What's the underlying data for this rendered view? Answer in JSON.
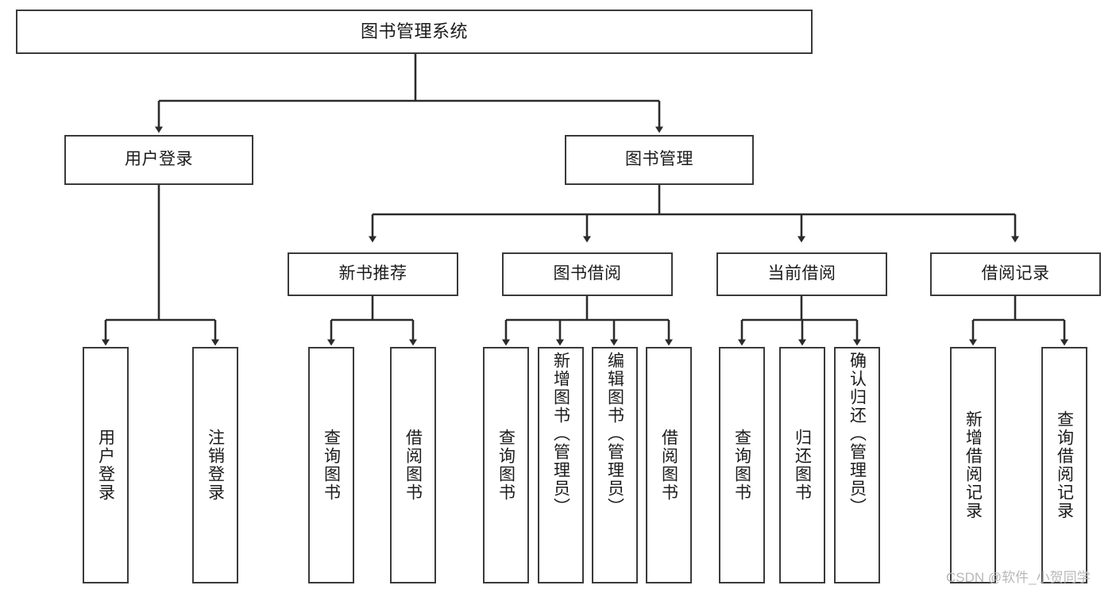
{
  "diagram": {
    "title": "图书管理系统",
    "type": "tree-hierarchy-chart",
    "watermark": "CSDN @软件_小贺同学",
    "colors": {
      "background": "#ffffff",
      "box_border": "#3a3a3a",
      "box_fill": "#ffffff",
      "text": "#1b1b1b",
      "connector": "#2b2b2b",
      "watermark": "#b8b8b8"
    },
    "root": {
      "label": "图书管理系统"
    },
    "level2": [
      {
        "label": "用户登录"
      },
      {
        "label": "图书管理"
      }
    ],
    "level3": [
      {
        "label": "新书推荐"
      },
      {
        "label": "图书借阅"
      },
      {
        "label": "当前借阅"
      },
      {
        "label": "借阅记录"
      }
    ],
    "leaves": {
      "user_login": [
        {
          "label": "用户登录"
        },
        {
          "label": "注销登录"
        }
      ],
      "new_book_recommend": [
        {
          "label": "查询图书"
        },
        {
          "label": "借阅图书"
        }
      ],
      "book_borrow": [
        {
          "label": "查询图书"
        },
        {
          "label": "新增图书（管理员）"
        },
        {
          "label": "编辑图书（管理员）"
        },
        {
          "label": "借阅图书"
        }
      ],
      "current_borrow": [
        {
          "label": "查询图书"
        },
        {
          "label": "归还图书"
        },
        {
          "label": "确认归还（管理员）"
        }
      ],
      "borrow_record": [
        {
          "label": "新增借阅记录"
        },
        {
          "label": "查询借阅记录"
        }
      ]
    }
  }
}
